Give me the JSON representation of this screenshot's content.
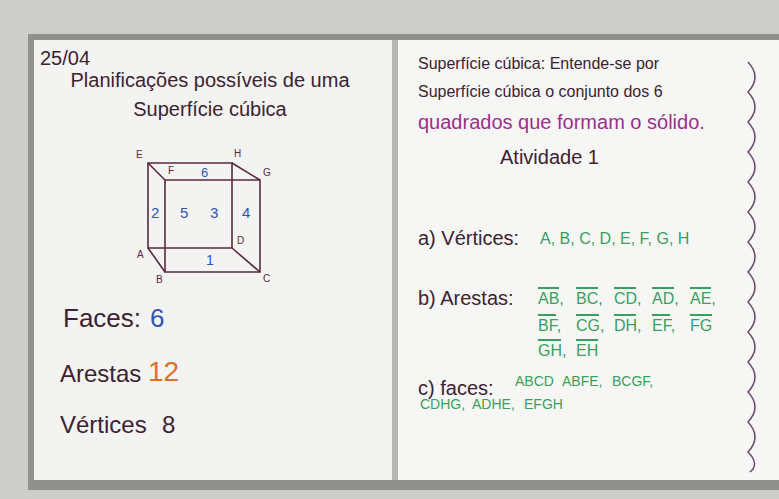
{
  "diagram": {
    "title": "Planificações possíveis de uma Superfície cúbica",
    "labels": [
      "25/04",
      "E",
      "F",
      "H",
      "G",
      "A",
      "B",
      "D",
      "C",
      "6",
      "2",
      "5",
      "3",
      "4",
      "1",
      "Faces:",
      "6",
      "Arestas",
      "12",
      "Vértices",
      "8",
      "Superfície cúbica: Entende-se por",
      "Superfície cúbica o conjunto dos 6",
      "quadrados que formam o sólido.",
      "Atividade 1",
      "a) Vértices:",
      "A, B, C, D, E, F, G, H",
      "b) Arestas:",
      "AB,",
      "BC,",
      "CD,",
      "AD,",
      "AE,",
      "BF,",
      "CG,",
      "DH,",
      "EF,",
      "FG",
      "GH,",
      "EH",
      "c) faces:",
      "ABCD",
      "ABFE,",
      "BCGF,",
      "CDHG,",
      "ADHE,",
      "EFGH"
    ]
  }
}
